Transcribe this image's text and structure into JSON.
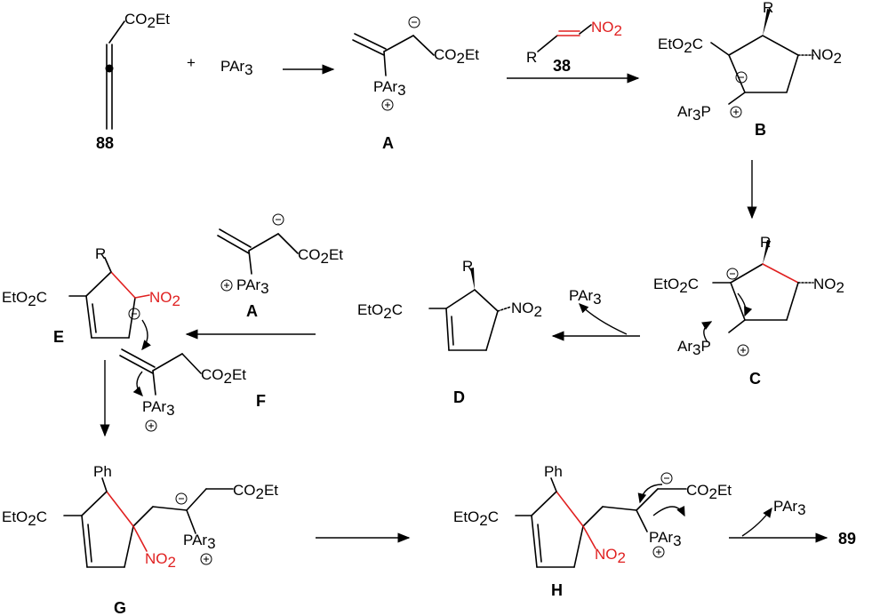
{
  "labels": {
    "c88": "88",
    "cA": "A",
    "c38": "38",
    "cB": "B",
    "cC": "C",
    "cD": "D",
    "cE": "E",
    "cF": "F",
    "cA2": "A",
    "cG": "G",
    "cH": "H",
    "c89": "89"
  },
  "groups": {
    "co2et": "CO",
    "et": "Et",
    "two": "2",
    "etoc": "EtO",
    "c": "C",
    "no": "NO",
    "pa": "PAr",
    "three": "3",
    "ar": "Ar",
    "p": "P",
    "r": "R",
    "ph": "Ph",
    "plus": "+"
  },
  "reagents": {
    "par3_plus": "PAr",
    "par3_loss": "PAr"
  }
}
